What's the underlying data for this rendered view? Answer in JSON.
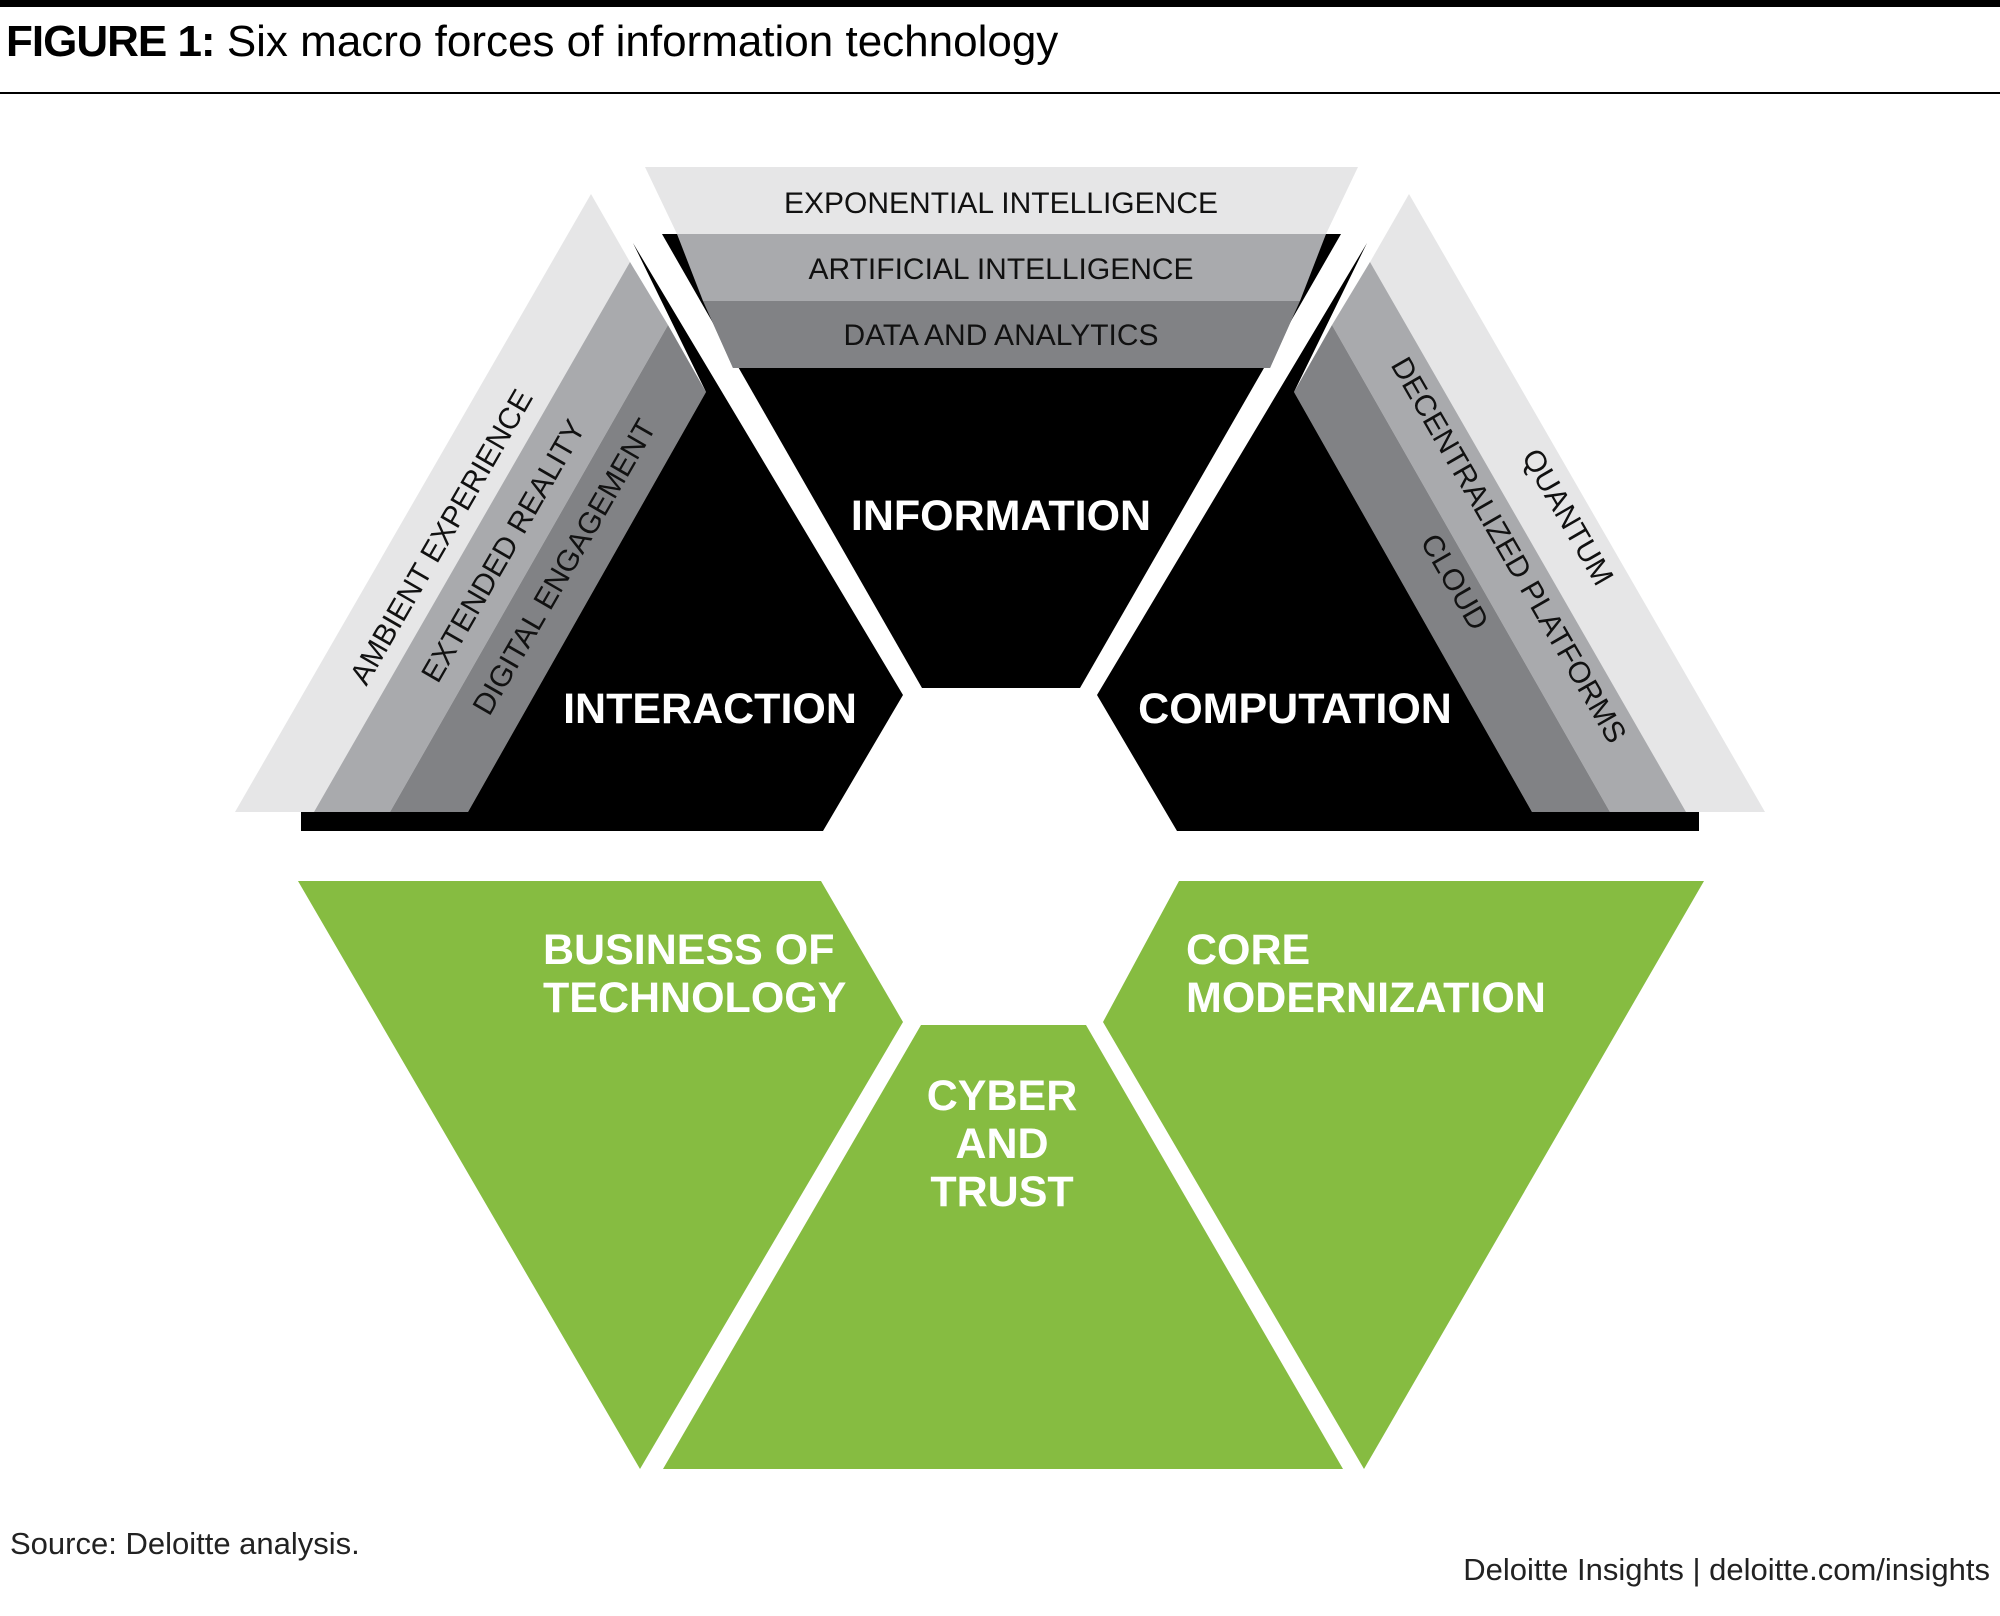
{
  "figure_label": "FIGURE 1:",
  "title": "Six macro forces of information technology",
  "colors": {
    "black": "#000000",
    "light_gray": "#e6e6e7",
    "mid_gray": "#a9aaad",
    "dark_gray": "#818285",
    "green": "#86bc41",
    "white": "#ffffff"
  },
  "forces": {
    "information": {
      "label": "INFORMATION",
      "bands": [
        "EXPONENTIAL INTELLIGENCE",
        "ARTIFICIAL INTELLIGENCE",
        "DATA AND ANALYTICS"
      ]
    },
    "interaction": {
      "label": "INTERACTION",
      "bands": [
        "AMBIENT EXPERIENCE",
        "EXTENDED REALITY",
        "DIGITAL ENGAGEMENT"
      ]
    },
    "computation": {
      "label": "COMPUTATION",
      "bands": [
        "QUANTUM",
        "DECENTRALIZED PLATFORMS",
        "CLOUD"
      ]
    },
    "business_of_technology": {
      "lines": [
        "BUSINESS OF",
        "TECHNOLOGY"
      ]
    },
    "cyber_and_trust": {
      "lines": [
        "CYBER",
        "AND",
        "TRUST"
      ]
    },
    "core_modernization": {
      "lines": [
        "CORE",
        "MODERNIZATION"
      ]
    }
  },
  "source": "Source: Deloitte analysis.",
  "credit": "Deloitte Insights | deloitte.com/insights"
}
